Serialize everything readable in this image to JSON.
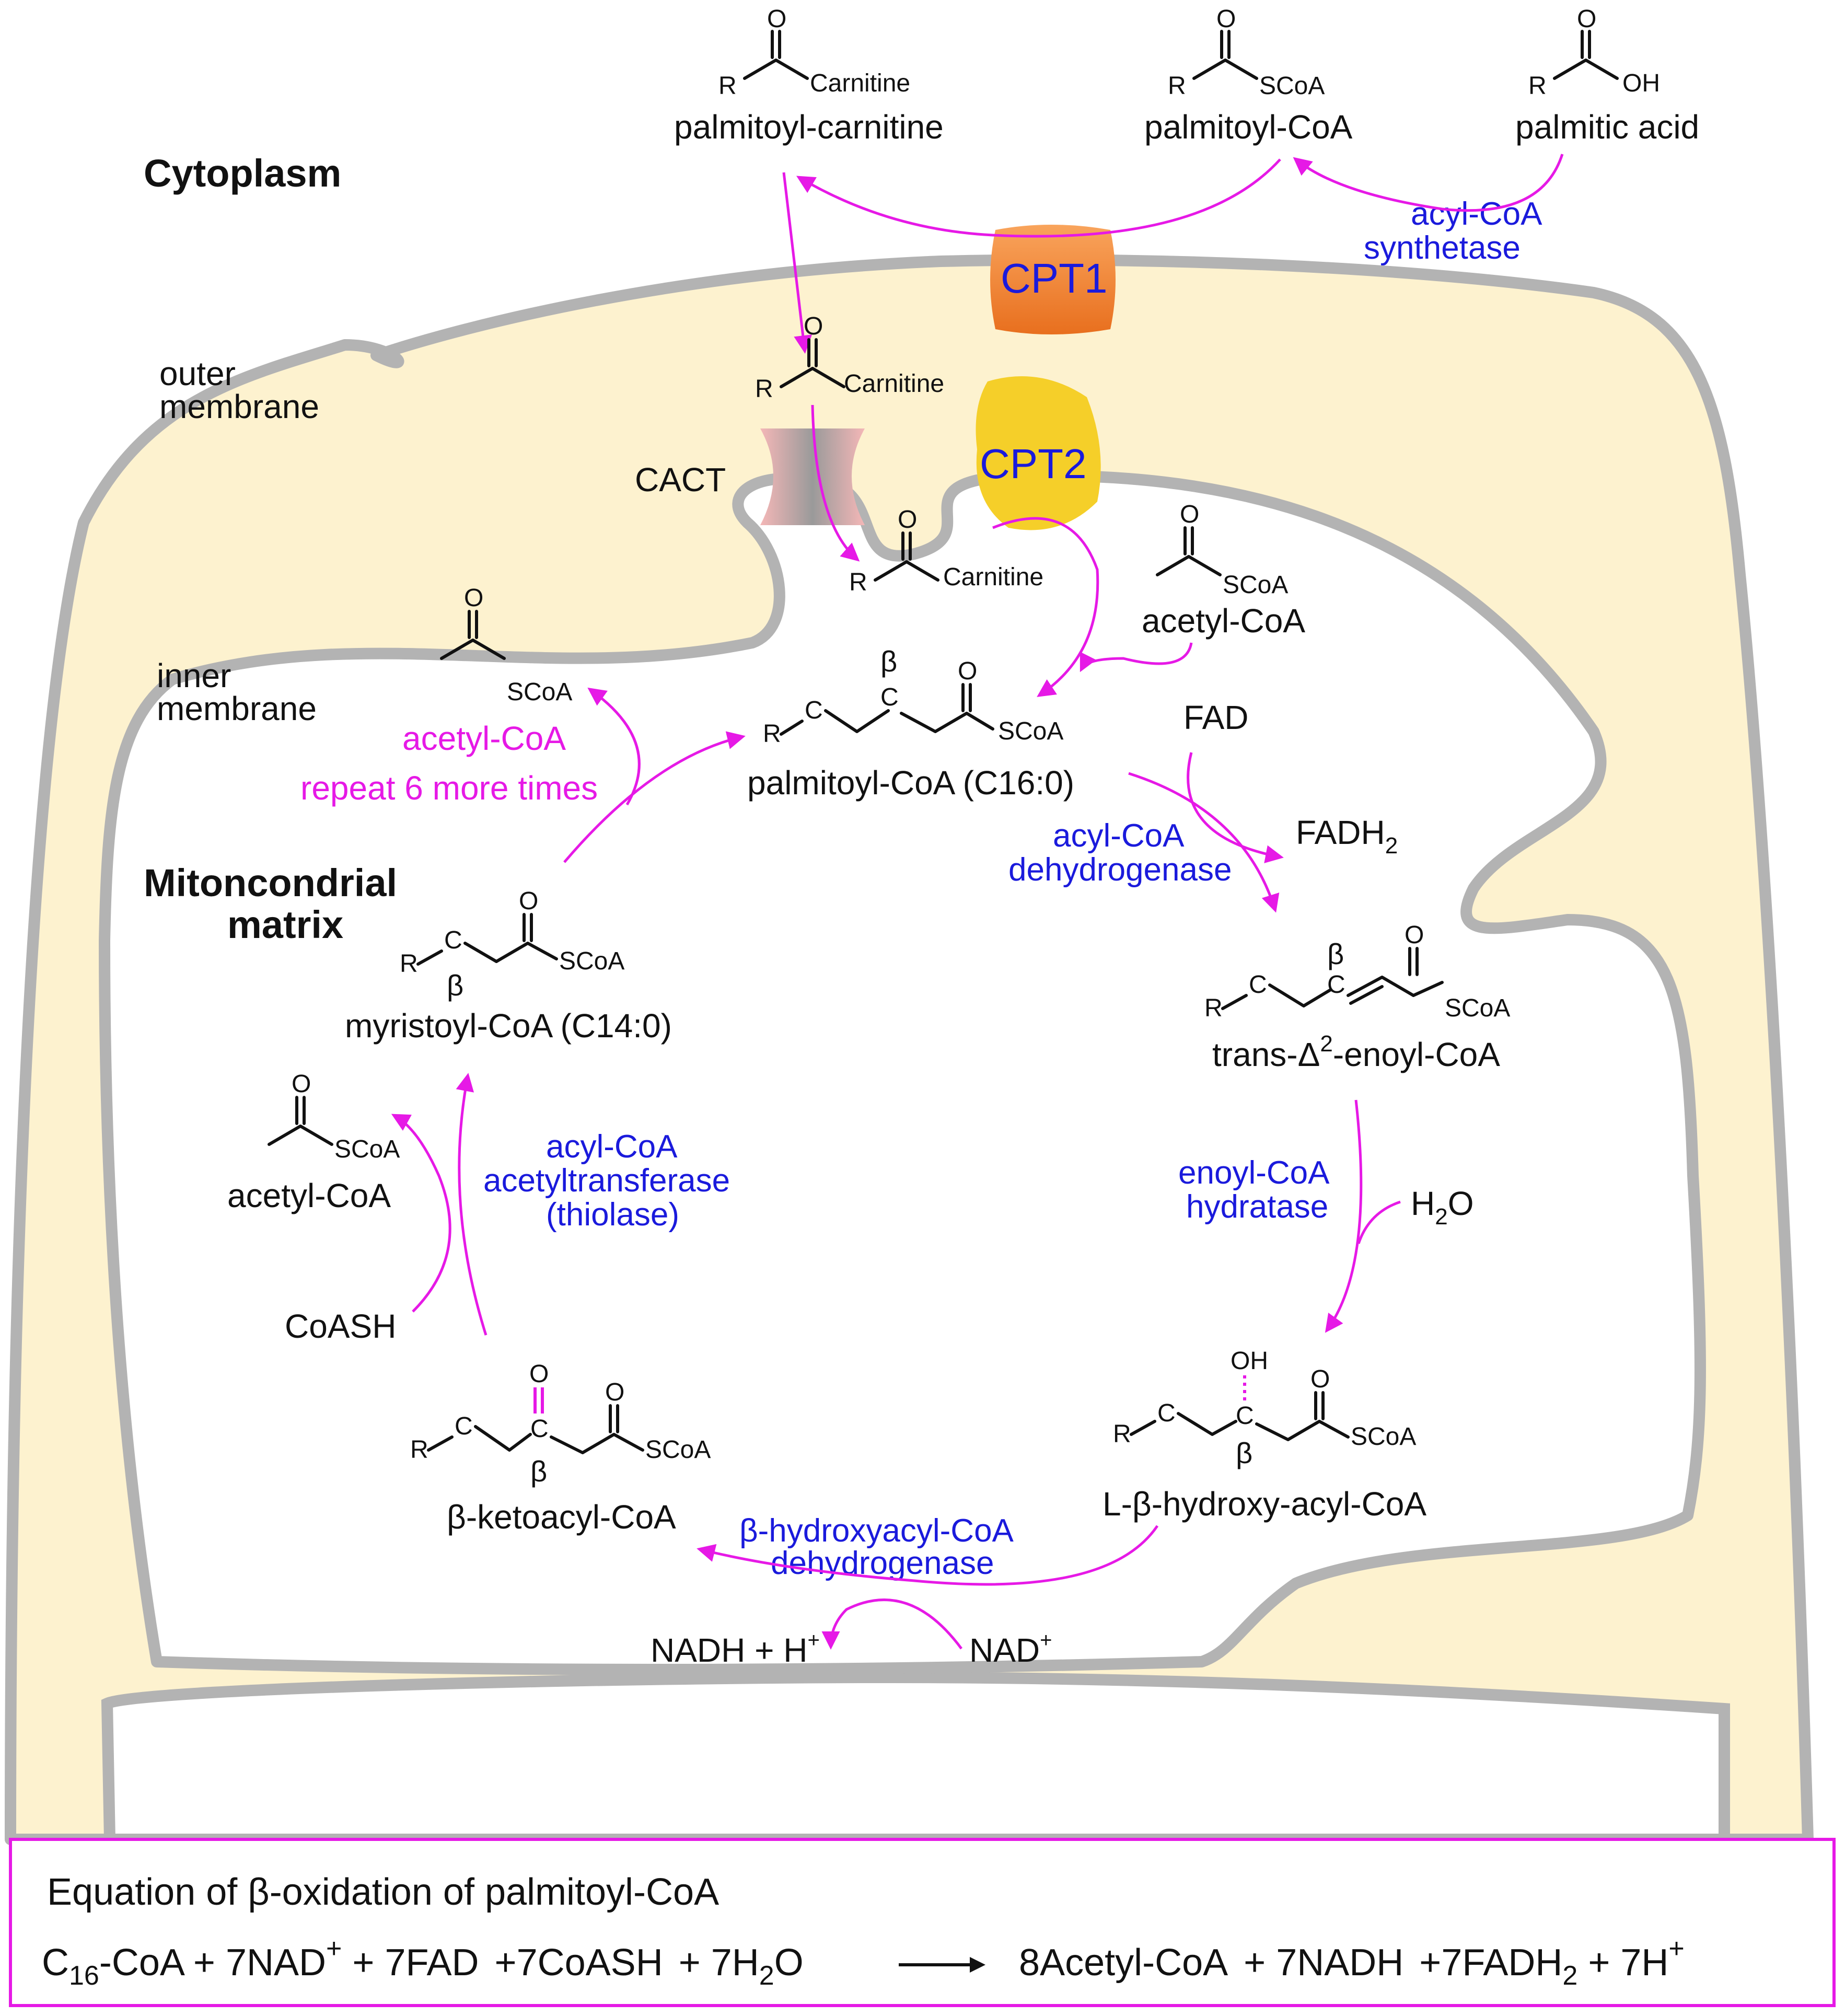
{
  "regions": {
    "cytoplasm": "Cytoplasm",
    "outer_membrane_1": "outer",
    "outer_membrane_2": "membrane",
    "inner_membrane_1": "inner",
    "inner_membrane_2": "membrane",
    "matrix_1": "Mitoncondrial",
    "matrix_2": "matrix"
  },
  "proteins": {
    "cpt1": "CPT1",
    "cpt2": "CPT2",
    "cact": "CACT"
  },
  "atoms": {
    "O": "O",
    "R": "R",
    "OH": "OH",
    "C": "C",
    "beta": "β",
    "carnitine": "Carnitine",
    "scoa": "SCoA"
  },
  "compounds": {
    "palmitoyl_carnitine": "palmitoyl-carnitine",
    "palmitoyl_coa": "palmitoyl-CoA",
    "palmitic_acid": "palmitic acid",
    "acetyl_coa": "acetyl-CoA",
    "palmitoyl_coa_c16": "palmitoyl-CoA (C16:0)",
    "fad": "FAD",
    "fadh2": "FADH",
    "fadh2_sub": "2",
    "enoyl_pre": "trans-Δ",
    "enoyl_sup": "2",
    "enoyl_post": "-enoyl-CoA",
    "h2o_h": "H",
    "h2o_sub": "2",
    "h2o_o": "O",
    "hydroxy": "L-β-hydroxy-acyl-CoA",
    "ketoacyl": "β-ketoacyl-CoA",
    "nadh": "NADH + H",
    "nadh_sup": "+",
    "nad": "NAD",
    "nad_sup": "+",
    "coash": "CoASH",
    "myristoyl": "myristoyl-CoA (C14:0)",
    "repeat": "repeat 6 more times"
  },
  "enzymes": {
    "acyl_coa_synthetase_1": "acyl-CoA",
    "acyl_coa_synthetase_2": "synthetase",
    "acyl_coa_dehydrogenase_1": "acyl-CoA",
    "acyl_coa_dehydrogenase_2": "dehydrogenase",
    "enoyl_hydratase_1": "enoyl-CoA",
    "enoyl_hydratase_2": "hydratase",
    "hydroxyacyl_dehydrogenase_1": "β-hydroxyacyl-CoA",
    "hydroxyacyl_dehydrogenase_2": "dehydrogenase",
    "thiolase_1": "acyl-CoA",
    "thiolase_2": "acetyltransferase",
    "thiolase_3": "(thiolase)"
  },
  "equation": {
    "title": "Equation of β-oxidation of palmitoyl-CoA",
    "c16": "C",
    "c16_sub": "16",
    "c16_rest": "-CoA + 7NAD",
    "nad_sup": "+",
    "fad": " + 7FAD",
    "coash": "+7CoASH",
    "h2o_pre": "+ 7H",
    "h2o_sub": "2",
    "h2o_post": "O",
    "acetyl": "8Acetyl-CoA",
    "nadh": "+ 7NADH",
    "fadh2_pre": "+7FADH",
    "fadh2_sub": "2",
    "h_plus": "+ 7H",
    "h_sup": "+"
  },
  "colors": {
    "membrane_fill": "#fdf2cf",
    "membrane_stroke": "#b3b3b3",
    "arrow": "#e619e6",
    "enzyme_text": "#1a1adc",
    "beta_carbon": "#e619e6",
    "gamma_carbon": "#138a8a",
    "cpt1": "#f58a3a",
    "cpt2": "#f5cf29",
    "cact": "#f5b0b0"
  }
}
